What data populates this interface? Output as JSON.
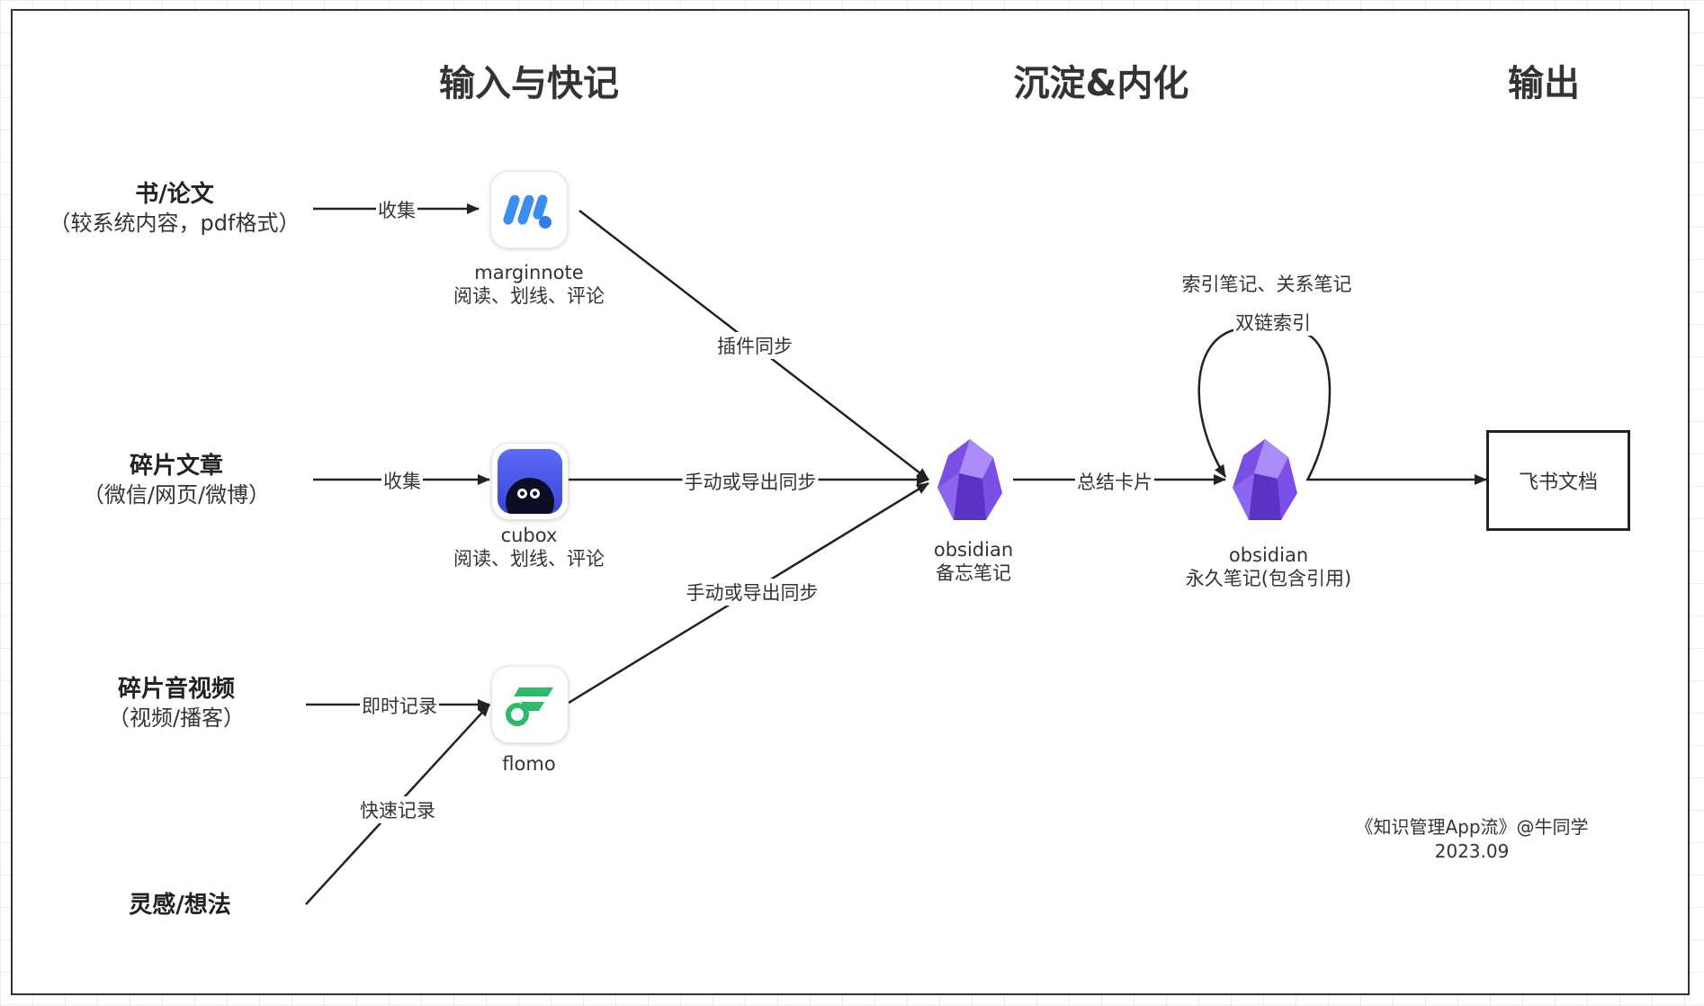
{
  "columns": {
    "input": "输入与快记",
    "sediment": "沉淀&内化",
    "output": "输出"
  },
  "sources": [
    {
      "title": "书/论文",
      "sub": "（较系统内容，pdf格式）"
    },
    {
      "title": "碎片文章",
      "sub": "（微信/网页/微博）"
    },
    {
      "title": "碎片音视频",
      "sub": "（视频/播客）"
    },
    {
      "title": "灵感/想法",
      "sub": ""
    }
  ],
  "apps": {
    "marginnote": {
      "name": "marginnote",
      "sub": "阅读、划线、评论",
      "icon": "marginnote-icon",
      "color": "#3b8ef0"
    },
    "cubox": {
      "name": "cubox",
      "sub": "阅读、划线、评论",
      "icon": "cubox-icon",
      "color": "#4a5bf0"
    },
    "flomo": {
      "name": "flomo",
      "sub": "",
      "icon": "flomo-icon",
      "color": "#2fb96a"
    },
    "obsidian_memo": {
      "name": "obsidian",
      "sub": "备忘笔记",
      "icon": "obsidian-icon",
      "color": "#8a5cf5"
    },
    "obsidian_permanent": {
      "name": "obsidian",
      "sub": "永久笔记(包含引用)",
      "icon": "obsidian-icon",
      "color": "#8a5cf5"
    }
  },
  "edges": {
    "collect_1": "收集",
    "collect_2": "收集",
    "instant_record": "即时记录",
    "quick_record": "快速记录",
    "plugin_sync": "插件同步",
    "manual_sync_1": "手动或导出同步",
    "manual_sync_2": "手动或导出同步",
    "summary_cards": "总结卡片",
    "double_link": "双链索引",
    "loop_note": "索引笔记、关系笔记"
  },
  "output_box": "飞书文档",
  "credit": {
    "line1": "《知识管理App流》@牛同学",
    "line2": "2023.09"
  }
}
